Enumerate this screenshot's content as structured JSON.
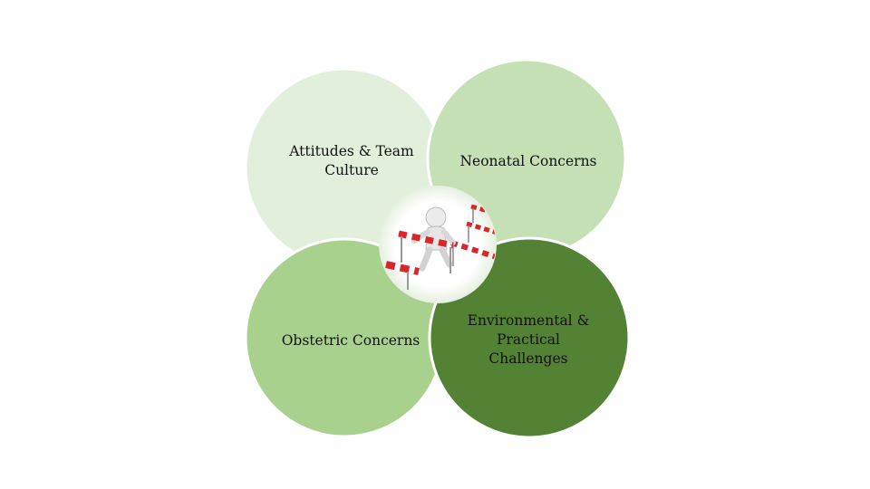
{
  "diagram": {
    "circles": [
      {
        "id": "attitudes",
        "label": "Attitudes & Team\nCulture",
        "color": "#e2efdb"
      },
      {
        "id": "neonatal",
        "label": "Neonatal Concerns",
        "color": "#c5e0b4"
      },
      {
        "id": "obstetric",
        "label": "Obstetric Concerns",
        "color": "#a9d18e"
      },
      {
        "id": "environmental",
        "label": "Environmental &\nPractical\nChallenges",
        "color": "#548235"
      }
    ],
    "center_image": "figure-jumping-hurdles",
    "colors": {
      "stroke": "#ffffff",
      "hurdle_red": "#d9262b",
      "hurdle_white": "#ffffff",
      "figure": "#e9e9e9"
    }
  }
}
